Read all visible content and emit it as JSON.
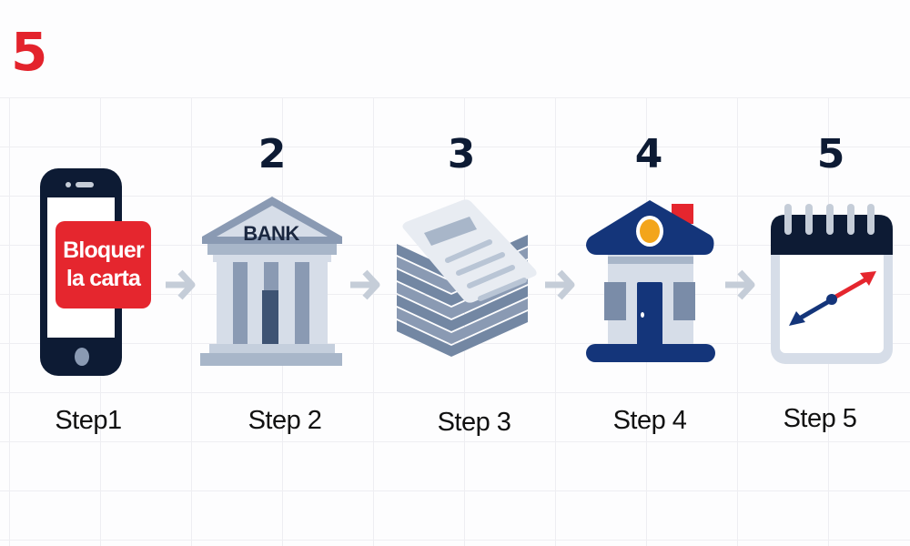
{
  "header": {
    "badge_number": "5"
  },
  "colors": {
    "badge_red": "#e3232c",
    "navy": "#0d1b34",
    "house_blue": "#14357a",
    "steel": "#8a9ab3",
    "light_steel": "#d6dde8",
    "arrow_gray": "#c5cdd8",
    "accent_orange": "#f3a51b",
    "accent_red": "#e5262e"
  },
  "steps": [
    {
      "number": "",
      "label": "Step1",
      "icon": "smartphone-icon",
      "callout_line1": "Bloquer",
      "callout_line2": "la carta"
    },
    {
      "number": "2",
      "label": "Step 2",
      "icon": "bank-icon",
      "icon_text": "BANK"
    },
    {
      "number": "3",
      "label": "Step 3",
      "icon": "document-stack-icon"
    },
    {
      "number": "4",
      "label": "Step 4",
      "icon": "house-icon"
    },
    {
      "number": "5",
      "label": "Step 5",
      "icon": "calendar-icon"
    }
  ],
  "connectors": [
    "arrow-right-icon",
    "arrow-right-icon",
    "arrow-right-icon",
    "arrow-right-icon"
  ]
}
